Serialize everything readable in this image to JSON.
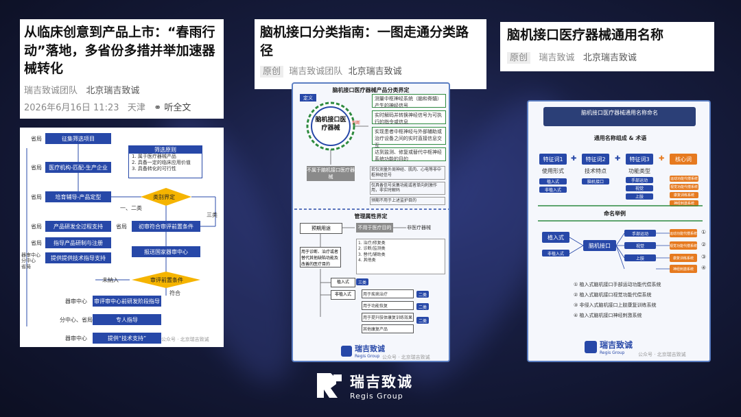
{
  "card1": {
    "title": "从临床创意到产品上市：“春雨行动”落地，多省份多措并举加速器械转化",
    "author": "瑞吉致诚团队",
    "source": "北京瑞吉致诚",
    "date": "2026年6月16日 11:23",
    "location": "天津",
    "listen": "听全文"
  },
  "card2": {
    "title": "脑机接口分类指南：一图走通分类路径",
    "tag": "原创",
    "author": "瑞吉致诚团队",
    "source": "北京瑞吉致诚"
  },
  "card3": {
    "title": "脑机接口医疗器械通用名称",
    "tag": "原创",
    "author": "瑞吉致诚",
    "source": "北京瑞吉致诚"
  },
  "flow1": {
    "nodes": [
      "征集筛选项目",
      "医疗机构-匹配-生产企业",
      "培育辅导-产品定型",
      "产品研发全过程支持",
      "指导产品研制与注册",
      "提供提供技术指导支持",
      "初审符合审评前置条件",
      "报送国家器审中心",
      "审评审中心前研发阶段指导",
      "专人指导",
      "提供“技术支持”"
    ],
    "screen_title": "筛选原则",
    "screen_items": [
      "1. 属于医疗器械产品",
      "2. 具备一定的临床应用价值",
      "3. 具备转化的可行性"
    ],
    "decision1": "类别界定",
    "decision2": "审评前置条件",
    "side_labels": [
      "省局",
      "省局",
      "省局",
      "省局",
      "省局",
      "省局",
      "器审中心 分中心 省局",
      "器审中心",
      "分中心、省局",
      "器审中心"
    ],
    "branch_labels": [
      "一、二类",
      "三类",
      "未納入",
      "符合"
    ],
    "watermark": "公众号 · 北京瑞吉致诚"
  },
  "flow2": {
    "header": "脑机接口医疗器械产品分类界定",
    "sec1": "定义",
    "center": "脑机接口医疗器械",
    "badge": "判断",
    "def_items": [
      "测量中枢神经系统（脑和脊髓）产生的神经信号",
      "实时解码并转换神经信号为可执行的指令或信息",
      "实现患者中枢神经与外部辅助或治疗设备之间的实时直接信息交互",
      "达到监测、修复或替代中枢神经系统功能的目的"
    ],
    "not_title": "不属于脑机接口医疗器械",
    "not_items": [
      "若仅测量外周神经、肌肉、心电等非中枢神经信号",
      "仅具备信号采集功能或者单向刺激作用，非实时解码",
      "预期不用于上述监护目的"
    ],
    "sec2": "管理属性界定",
    "purpose": "预期用途",
    "non_medical": "不用于医疗目的",
    "non_device": "非医疗器械",
    "medical_use": "用于诊断、治疗或者替代其他缺陷功能及改善的医疗目的",
    "mgmt_lines": [
      "1. 治疗/修复类",
      "2. 诊断/监测类",
      "3. 替代/辅助类",
      "4. 其他类"
    ],
    "implant": "植入式",
    "non_implant": "非植入式",
    "class3": "三类",
    "class2": "二类",
    "rows": [
      "用于疾病治疗",
      "用于功能恢复",
      "用于提升肢体康复训练效果",
      "其他康复产品"
    ],
    "logo_cn": "瑞吉致诚",
    "logo_en": "Regis Group",
    "watermark": "公众号 · 北京瑞吉致诚"
  },
  "flow3": {
    "header": "脑机接口医疗器械通用名称命名",
    "sub_title": "通用名称组成 & 术语",
    "feat1": "特征词1",
    "feat2": "特征词2",
    "feat3": "特征词3",
    "core": "核心词",
    "feat1_desc": "使用形式",
    "feat2_desc": "技术特点",
    "feat3_desc": "功能类型",
    "feat1_items": [
      "植入式",
      "非植入式"
    ],
    "feat2_items": [
      "脑机接口"
    ],
    "feat3_items": [
      "手部运动",
      "视觉",
      "上肢"
    ],
    "core_items": [
      "运动功能代偿系统",
      "视觉功能代偿系统",
      "康复训练系统",
      "神经刺激系统"
    ],
    "example_title": "命名举例",
    "examples": [
      "植入式脑机接口手部运动功能代偿系统",
      "植入式脑机接口视觉功能代偿系统",
      "非侵入式脑机接口上肢康复训练系统",
      "植入式脑机接口神经刺激系统"
    ],
    "markers": [
      "①",
      "②",
      "③",
      "④"
    ],
    "logo_cn": "瑞吉致诚",
    "logo_en": "Regis Group",
    "watermark": "公众号 · 北京瑞吉致诚"
  },
  "footer_logo": {
    "cn": "瑞吉致诚",
    "en": "Regis Group"
  },
  "colors": {
    "brand_blue": "#2748a8",
    "accent_orange": "#e67a1f",
    "accent_red": "#d8442f",
    "green": "#2d8a3e",
    "background": "#171d3f"
  }
}
